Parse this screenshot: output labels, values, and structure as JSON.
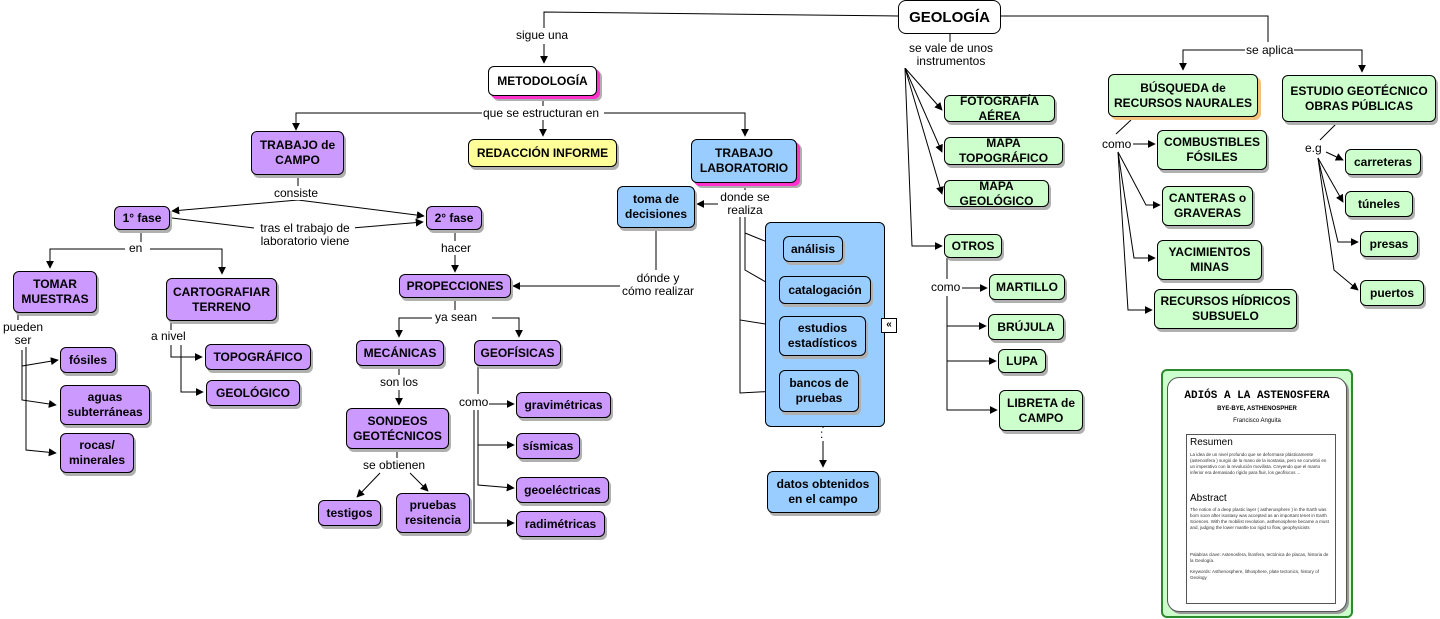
{
  "nodes": {
    "geologia": "GEOLOGÍA",
    "metodologia": "METODOLOGÍA",
    "trabajo_campo": "TRABAJO de CAMPO",
    "redaccion": "REDACCIÓN INFORME",
    "trabajo_lab": "TRABAJO LABORATORIO",
    "fase1": "1° fase",
    "fase2": "2° fase",
    "tomar_muestras": "TOMAR MUESTRAS",
    "cartografiar": "CARTOGRAFIAR TERRENO",
    "fosiles": "fósiles",
    "aguas": "aguas subterráneas",
    "rocas": "rocas/ minerales",
    "topografico": "TOPOGRÁFICO",
    "geologico": "GEOLÓGICO",
    "proyecciones": "PROPECCIONES",
    "mecanicas": "MECÁNICAS",
    "geofisicas": "GEOFÍSICAS",
    "sondeos": "SONDEOS GEOTÉCNICOS",
    "testigos": "testigos",
    "pruebas": "pruebas resitencia",
    "gravimetricas": "gravimétricas",
    "sismicas": "sísmicas",
    "geoelectricas": "geoeléctricas",
    "radimetricas": "radimétricas",
    "toma_decisiones": "toma de decisiones",
    "analisis": "análisis",
    "catalogacion": "catalogación",
    "estudios": "estudios estadísticos",
    "bancos": "bancos de pruebas",
    "datos": "datos obtenidos en el campo",
    "foto_aerea": "FOTOGRAFÍA AÉREA",
    "mapa_topo": "MAPA TOPOGRÁFICO",
    "mapa_geo": "MAPA GEOLÓGICO",
    "otros": "OTROS",
    "martillo": "MARTILLO",
    "brujula": "BRÚJULA",
    "lupa": "LUPA",
    "libreta": "LIBRETA de CAMPO",
    "busqueda": "BÚSQUEDA de RECURSOS NAURALES",
    "estudio_geo": "ESTUDIO GEOTÉCNICO OBRAS PÚBLICAS",
    "combustibles": "COMBUSTIBLES FÓSILES",
    "canteras": "CANTERAS o GRAVERAS",
    "yacimientos": "YACIMIENTOS MINAS",
    "recursos_hidricos": "RECURSOS HÍDRICOS SUBSUELO",
    "carreteras": "carreteras",
    "tuneles": "túneles",
    "presas": "presas",
    "puertos": "puertos"
  },
  "labels": {
    "sigue_una": "sigue una",
    "se_vale": "se vale de unos instrumentos",
    "se_aplica": "se aplica",
    "se_estructuran": "que se estructuran en",
    "consiste": "consiste",
    "tras_trabajo": "tras el trabajo de laboratorio viene",
    "en": "en",
    "pueden_ser": "pueden ser",
    "a_nivel": "a nivel",
    "hacer": "hacer",
    "ya_sean": "ya sean",
    "son_los": "son los",
    "se_obtienen": "se obtienen",
    "como_geof": "como",
    "donde_realiza": "donde se realiza",
    "donde_como": "dónde y cómo realizar",
    "dot": ":",
    "como_otros": "como",
    "como_busq": "como",
    "eg": "e.g"
  },
  "collapse_icon": "«",
  "document": {
    "title": "ADIÓS A LA ASTENOSFERA",
    "subtitle": "BYE-BYE, ASTHENOSPHER",
    "author": "Francisco Anguita",
    "resumen_heading": "Resumen",
    "resumen_text": "La idea de un nivel profundo que se deformase plásticamente (astenosfera ) surgió de la mano de la isostasia, pero se convirtió en un imperativo con la revolución movilista. Creyendo que el manto inferior era demasiado rígido para fluir, los geofísicos ...",
    "abstract_heading": "Abstract",
    "abstract_text": "The notion of a deep plastic layer ( asthenosphere ) in the Earth was born soon after isostasy was accepted as an important tenet in Earth Sciences. With the mobilist revolution, asthenosphere became a must and, judging the lower mantle too rigid to flow, geophysicists",
    "palabras_clave": "Palabras clave: Astenosfera, litosfera, tectónica de placas, historia de la Geología.",
    "keywords": "Keywords: Asthenosphere, lithosphere, plate tectonics, history of Geology"
  },
  "colors": {
    "purple": "#cc99ff",
    "blue": "#99ccff",
    "green": "#ccffcc",
    "yellow": "#ffff99",
    "magenta_shadow": "#ff33cc"
  }
}
